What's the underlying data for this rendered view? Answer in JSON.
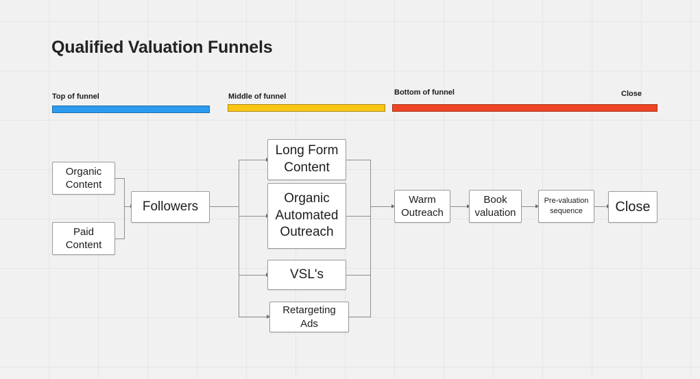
{
  "page": {
    "title": "Qualified Valuation Funnels",
    "background_color": "#f1f1f1",
    "grid_line_color": "#e5e5e5"
  },
  "funnel_stages": [
    {
      "label": "Top of funnel",
      "color": "#2d9bf0"
    },
    {
      "label": "Middle of funnel",
      "color": "#fac515"
    },
    {
      "label": "Bottom of funnel",
      "color": "#ef4423"
    },
    {
      "label": "Close",
      "color": "#ef4423"
    }
  ],
  "nodes": {
    "organic_content": "Organic Content",
    "paid_content": "Paid Content",
    "followers": "Followers",
    "long_form_content": "Long Form Content",
    "organic_outreach": "Organic Automated Outreach",
    "vsls": "VSL's",
    "retargeting_ads": "Retargeting Ads",
    "warm_outreach": "Warm Outreach",
    "book_valuation": "Book valuation",
    "pre_valuation": "Pre-valuation sequence",
    "close": "Close"
  }
}
